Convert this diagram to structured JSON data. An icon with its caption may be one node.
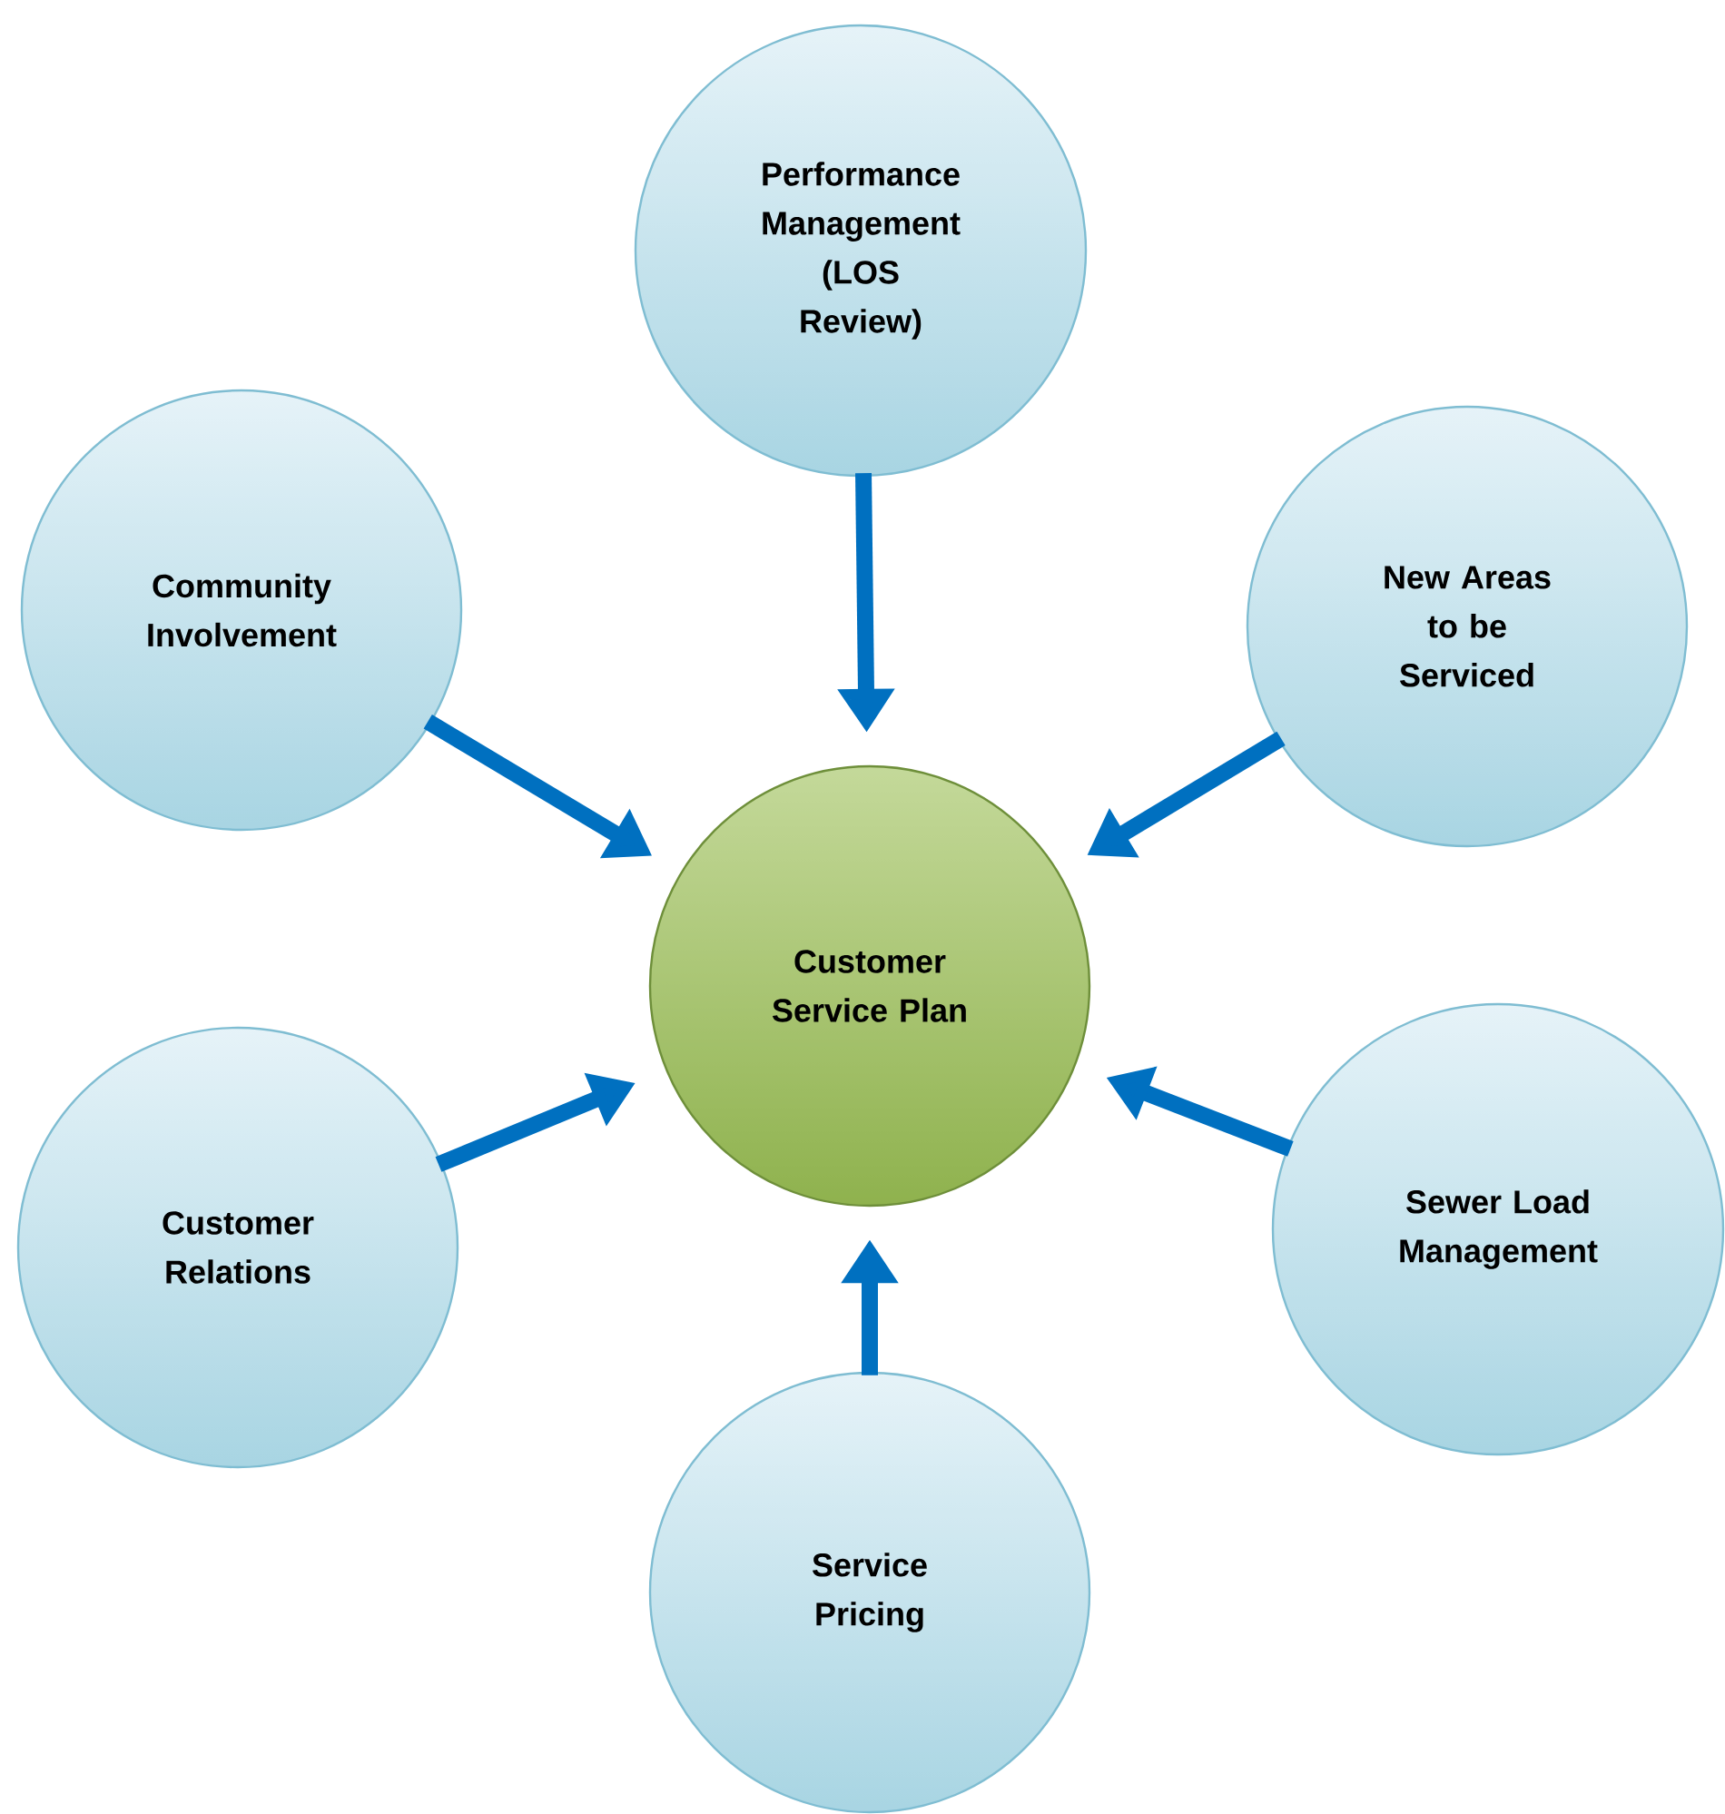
{
  "diagram": {
    "nodes": [
      {
        "text": [
          "Performance Management (LOS Review)"
        ]
      },
      {
        "text": [
          "Community Involvement"
        ]
      },
      {
        "text": [
          "New Areas to be Serviced"
        ]
      },
      {
        "text": [
          "Customer Service Plan"
        ]
      },
      {
        "text": [
          "Customer Relations"
        ]
      },
      {
        "text": [
          "Sewer Load Management"
        ]
      },
      {
        "text": [
          "Service Pricing"
        ]
      }
    ],
    "edges": [
      {
        "from": 0,
        "to": 3,
        "arrow": "to"
      },
      {
        "from": 1,
        "to": 3,
        "arrow": "to"
      },
      {
        "from": 2,
        "to": 3,
        "arrow": "to"
      },
      {
        "from": 4,
        "to": 3,
        "arrow": "to"
      },
      {
        "from": 5,
        "to": 3,
        "arrow": "to"
      },
      {
        "from": 6,
        "to": 3,
        "arrow": "to"
      }
    ]
  }
}
